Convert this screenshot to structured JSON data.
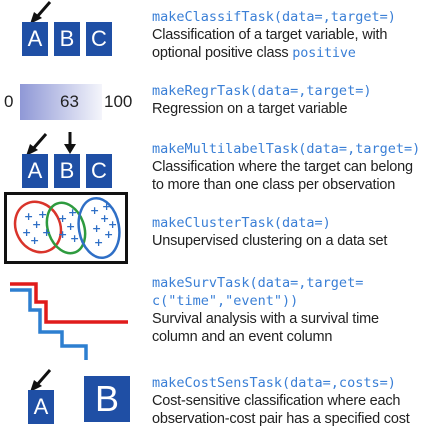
{
  "tasks": [
    {
      "signature": "makeClassifTask(data=,target=)",
      "description_lines": [
        "Classification of a target variable, with",
        "optional positive class "
      ],
      "inline_code": "positive",
      "icon": "abc-boxes-arrow-a",
      "letters": [
        "A",
        "B",
        "C"
      ]
    },
    {
      "signature": "makeRegrTask(data=,target=)",
      "description_lines": [
        "Regression on a target variable"
      ],
      "icon": "gradient-scale",
      "scale": {
        "min": "0",
        "value": "63",
        "max": "100"
      }
    },
    {
      "signature": "makeMultilabelTask(data=,target=)",
      "description_lines": [
        "Classification where the target can belong",
        "to more than one class per observation"
      ],
      "icon": "abc-boxes-arrows-a-b",
      "letters": [
        "A",
        "B",
        "C"
      ]
    },
    {
      "signature": "makeClusterTask(data=)",
      "description_lines": [
        "Unsupervised clustering on a data set"
      ],
      "icon": "cluster-ellipses"
    },
    {
      "signature_lines": [
        "makeSurvTask(data=,target=",
        "c(\"time\",\"event\"))"
      ],
      "description_lines": [
        "Survival analysis with a survival time",
        "column and an event column"
      ],
      "icon": "survival-curves"
    },
    {
      "signature": "makeCostSensTask(data=,costs=)",
      "description_lines": [
        "Cost-sensitive classification where each",
        "observation-cost pair has a specified cost"
      ],
      "icon": "a-small-b-large-arrow",
      "letters": [
        "A",
        "B"
      ]
    }
  ],
  "colors": {
    "code": "#3a7fd6",
    "box": "#1f4fa5",
    "text": "#222222",
    "cluster_red": "#d9342b",
    "cluster_green": "#2e9b3f",
    "cluster_blue": "#2f6fc6",
    "surv_red": "#e01b1b",
    "surv_blue": "#2d7fd0"
  }
}
